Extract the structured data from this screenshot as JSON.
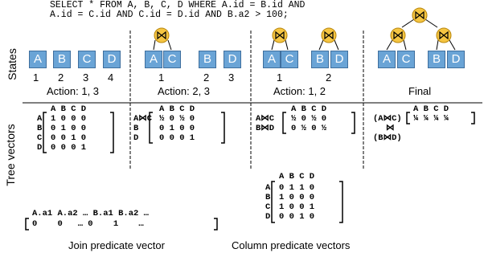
{
  "sql": {
    "line1": "SELECT * FROM A, B, C, D WHERE A.id = B.id AND",
    "line2": "A.id = C.id AND C.id = D.id AND B.a2 > 100;"
  },
  "row_labels": {
    "states": "States",
    "tree_vectors": "Tree vectors"
  },
  "join_symbol": "⋈",
  "panels": [
    {
      "tables": [
        "A",
        "B",
        "C",
        "D"
      ],
      "indices": [
        "1",
        "2",
        "3",
        "4"
      ],
      "caption": "Action: 1, 3"
    },
    {
      "tables": [
        "A",
        "C",
        "B",
        "D"
      ],
      "indices": [
        "1",
        "2",
        "3"
      ],
      "caption": "Action: 2, 3"
    },
    {
      "tables": [
        "A",
        "C",
        "B",
        "D"
      ],
      "indices": [
        "1",
        "2"
      ],
      "caption": "Action: 1, 2"
    },
    {
      "tables": [
        "A",
        "C",
        "B",
        "D"
      ],
      "indices": [],
      "caption": "Final"
    }
  ],
  "tree_vectors": [
    {
      "header": "A B C D",
      "rows": [
        {
          "label": "A",
          "values": "1 0 0 0"
        },
        {
          "label": "B",
          "values": "0 1 0 0"
        },
        {
          "label": "C",
          "values": "0 0 1 0"
        },
        {
          "label": "D",
          "values": "0 0 0 1"
        }
      ]
    },
    {
      "header": "A B C D",
      "rows": [
        {
          "label": "A⋈C",
          "values": "½ 0 ½ 0"
        },
        {
          "label": "B",
          "values": "0 1 0 0"
        },
        {
          "label": "D",
          "values": "0 0 0 1"
        }
      ]
    },
    {
      "header": "A B C D",
      "rows": [
        {
          "label": "A⋈C",
          "values": "½ 0 ½ 0"
        },
        {
          "label": "B⋈D",
          "values": "0 ½ 0 ½"
        }
      ]
    },
    {
      "header": "A B C D",
      "rows": [
        {
          "label": "(A⋈C)",
          "values": "¼ ¼ ¼ ¼"
        },
        {
          "label": "⋈",
          "values": ""
        },
        {
          "label": "(B⋈D)",
          "values": ""
        }
      ]
    }
  ],
  "join_predicate_vector": {
    "header": "A.a1 A.a2 … B.a1 B.a2 …",
    "values": "0    0   … 0    1    …",
    "caption": "Join predicate vector"
  },
  "column_predicate_vectors": {
    "header": "A B C D",
    "rows": [
      {
        "label": "A",
        "values": "0 1 1 0"
      },
      {
        "label": "B",
        "values": "1 0 0 0"
      },
      {
        "label": "C",
        "values": "1 0 0 1"
      },
      {
        "label": "D",
        "values": "0 0 1 0"
      }
    ],
    "caption": "Column predicate vectors"
  },
  "colors": {
    "table_fill": "#6aa4d6",
    "join_fill": "#f5c542",
    "divider": "#000000"
  }
}
